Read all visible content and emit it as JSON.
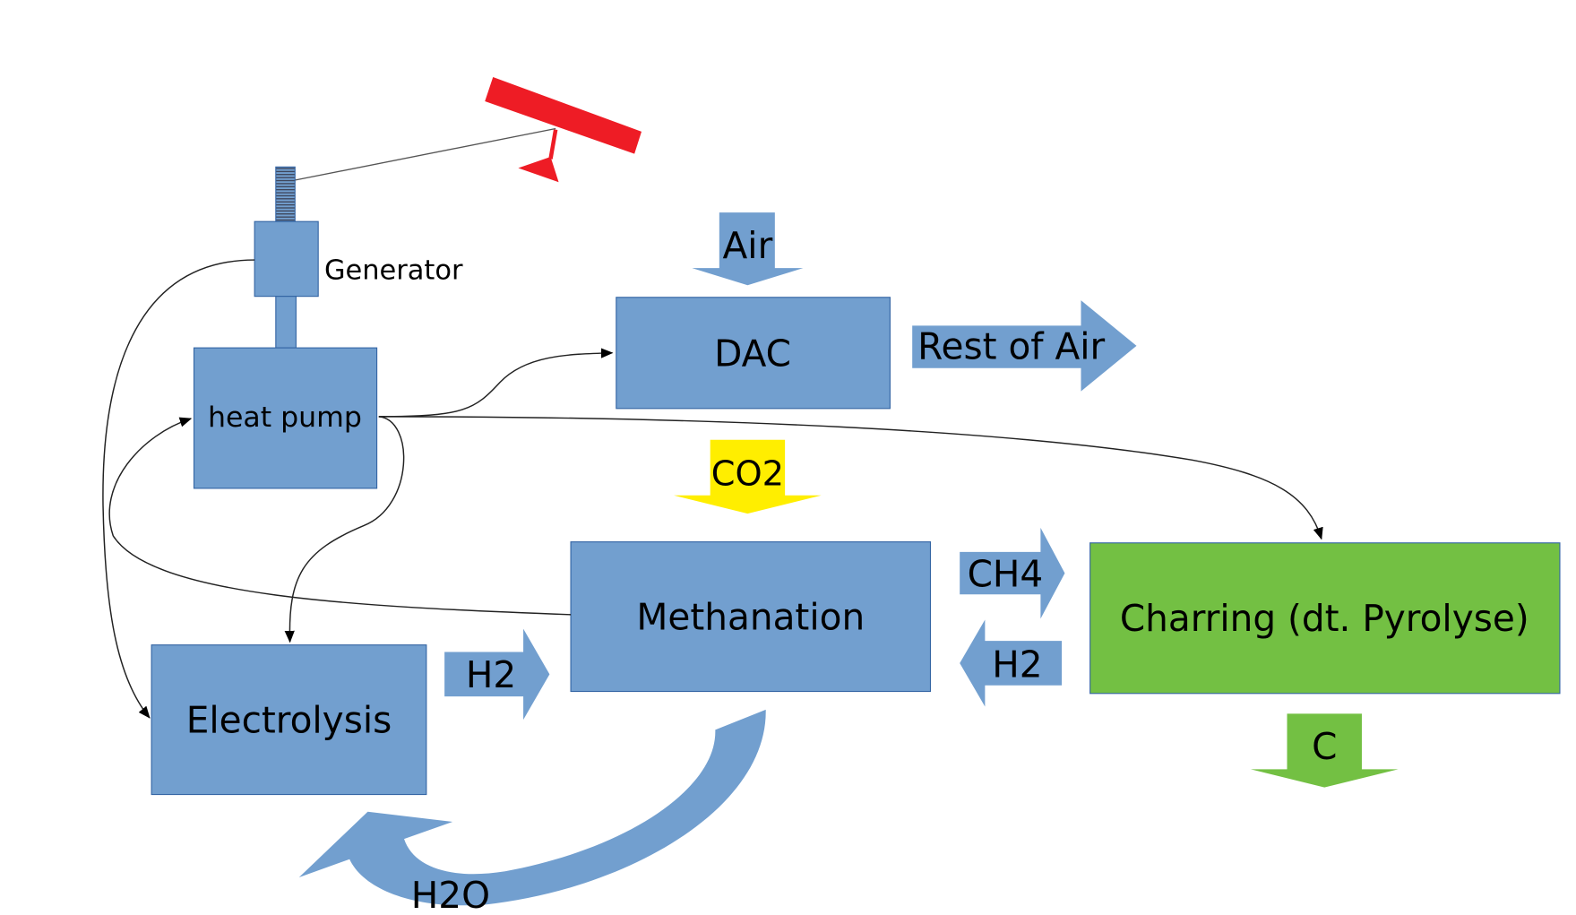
{
  "colors": {
    "box": "#729fcf",
    "box_stroke": "#3465a4",
    "green": "#73c043",
    "yellow": "#ffee00",
    "red": "#ee1c25"
  },
  "labels": {
    "generator": "Generator",
    "heat_pump": "heat pump",
    "air": "Air",
    "dac": "DAC",
    "rest_of_air": "Rest of Air",
    "co2": "CO2",
    "methanation": "Methanation",
    "ch4": "CH4",
    "h2_right": "H2",
    "charring": "Charring (dt. Pyrolyse)",
    "electrolysis": "Electrolysis",
    "h2_left": "H2",
    "h2o": "H2O",
    "c": "C"
  }
}
